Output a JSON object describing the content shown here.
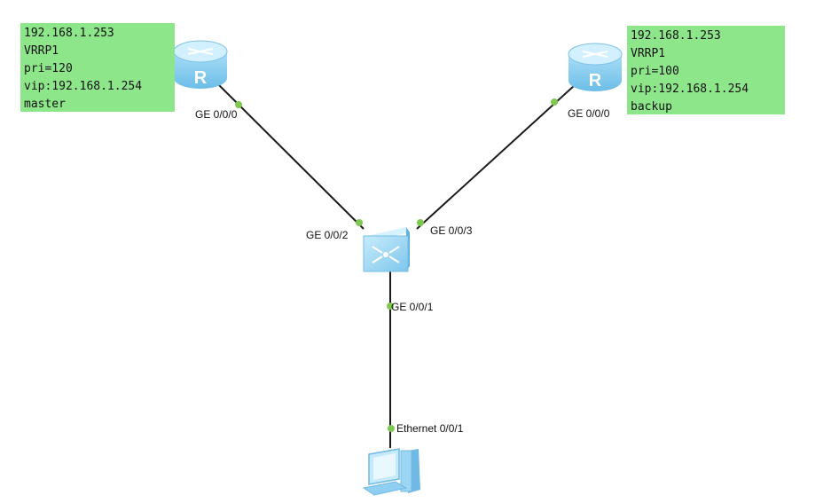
{
  "devices": {
    "router_master": {
      "icon": "router-icon",
      "port": "GE 0/0/0",
      "note": [
        "192.168.1.253",
        "VRRP1",
        "pri=120",
        "vip:192.168.1.254",
        "master"
      ]
    },
    "router_backup": {
      "icon": "router-icon",
      "port": "GE 0/0/0",
      "note": [
        "192.168.1.253",
        "VRRP1",
        "pri=100",
        "vip:192.168.1.254",
        "backup"
      ]
    },
    "switch": {
      "icon": "switch-icon",
      "ports": {
        "to_master": "GE 0/0/2",
        "to_backup": "GE 0/0/3",
        "to_pc": "GE 0/0/1"
      }
    },
    "pc": {
      "icon": "pc-icon",
      "port": "Ethernet 0/0/1"
    }
  },
  "colors": {
    "note_background": "#8ee68a",
    "link": "#1a1a1a",
    "port_dot": "#7ec850",
    "device_body": "#8fd0f2",
    "device_top": "#cdeeff"
  }
}
